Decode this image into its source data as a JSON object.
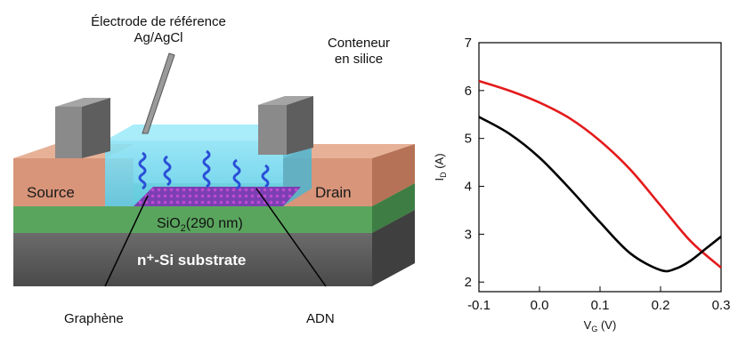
{
  "diagram": {
    "labels": {
      "reference_electrode_line1": "Électrode de référence",
      "reference_electrode_line2": "Ag/AgCl",
      "container_line1": "Conteneur",
      "container_line2": "en silice",
      "source": "Source",
      "drain": "Drain",
      "oxide_formula": "SiO",
      "oxide_subscript": "2",
      "oxide_thickness": "(290 nm)",
      "substrate": "n⁺-Si substrate",
      "graphene": "Graphène",
      "dna": "ADN"
    },
    "colors": {
      "source_drain": "#d8957a",
      "oxide": "#5aa55e",
      "substrate": "#555555",
      "solution": "#6fd6ee",
      "graphene": "#6a4bb0",
      "dna": "#2a4fd8",
      "contacts": "#8a8a8a"
    }
  },
  "chart_data": {
    "type": "line",
    "xlabel": "V_G (V)",
    "xlabel_main": "V",
    "xlabel_sub": "G",
    "xlabel_unit": " (V)",
    "ylabel_main": "I",
    "ylabel_sub": "D",
    "ylabel_unit": " (A)",
    "xlim": [
      -0.1,
      0.3
    ],
    "ylim": [
      1.8,
      7
    ],
    "xticks": [
      "-0.1",
      "0.0",
      "0.1",
      "0.2",
      "0.3"
    ],
    "yticks": [
      "2",
      "3",
      "4",
      "5",
      "6",
      "7"
    ],
    "series": [
      {
        "color": "#e41a1c",
        "x": [
          -0.1,
          -0.05,
          0.0,
          0.05,
          0.1,
          0.15,
          0.2,
          0.25,
          0.3
        ],
        "y": [
          6.2,
          6.0,
          5.75,
          5.42,
          4.95,
          4.35,
          3.6,
          2.85,
          2.3
        ]
      },
      {
        "color": "#000000",
        "x": [
          -0.1,
          -0.05,
          0.0,
          0.05,
          0.1,
          0.15,
          0.2,
          0.225,
          0.25,
          0.275,
          0.3
        ],
        "y": [
          5.45,
          5.1,
          4.6,
          3.95,
          3.25,
          2.6,
          2.25,
          2.28,
          2.45,
          2.7,
          2.95
        ]
      }
    ]
  }
}
